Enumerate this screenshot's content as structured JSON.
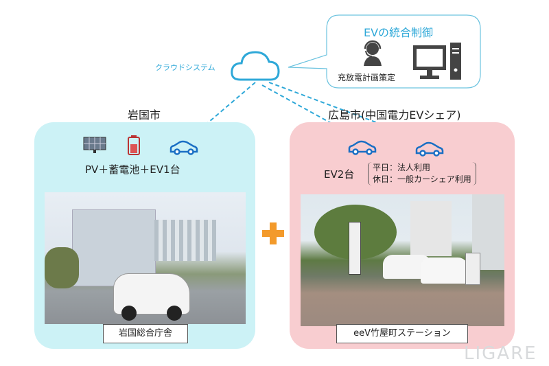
{
  "cloud": {
    "label": "クラウドシステム"
  },
  "control": {
    "title": "EVの統合制御",
    "operator_label": "充放電計画策定"
  },
  "iwakuni": {
    "city": "岩国市",
    "equipment": "PV＋蓄電池＋EV1台",
    "photo_caption": "岩国総合庁舎"
  },
  "hiroshima": {
    "city": "広島市(中国電力EVシェア)",
    "ev_count": "EV2台",
    "usage": [
      "平日：法人利用",
      "休日：一般カーシェア利用"
    ],
    "photo_caption": "eeV竹屋町ステーション"
  },
  "watermark": "LIGARE",
  "colors": {
    "accent": "#2ea8d8",
    "left_bg": "#ccf2f6",
    "right_bg": "#f8cdd0",
    "plus": "#f39a2b"
  }
}
